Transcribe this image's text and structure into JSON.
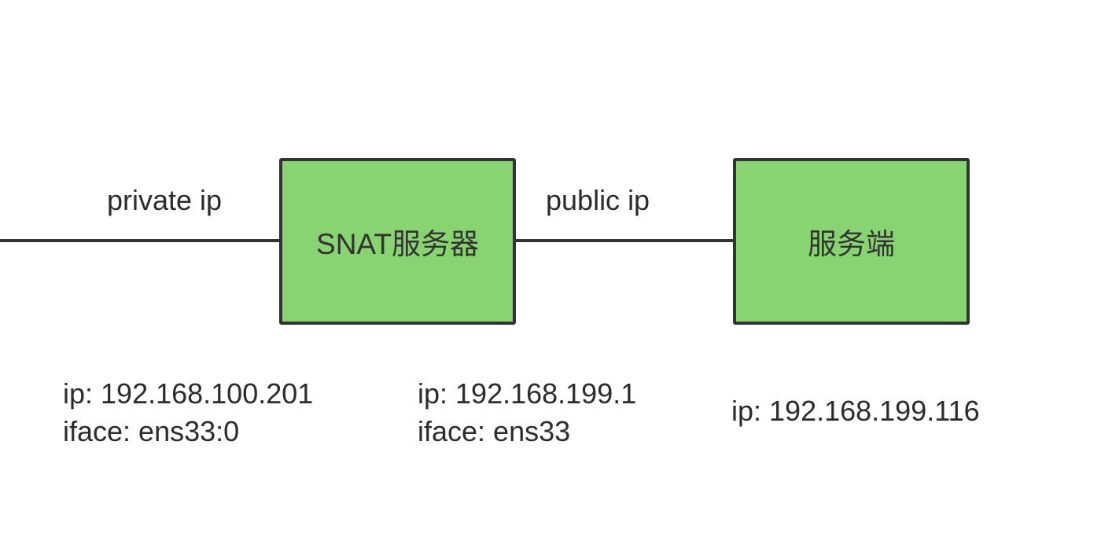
{
  "links": {
    "private_label": "private ip",
    "public_label": "public ip"
  },
  "nodes": {
    "snat": {
      "label": "SNAT服务器",
      "ip": "ip: 192.168.199.1",
      "iface": "iface: ens33"
    },
    "server": {
      "label": "服务端",
      "ip": "ip: 192.168.199.116"
    }
  },
  "client": {
    "ip": "ip: 192.168.100.201",
    "iface": "iface: ens33:0"
  },
  "colors": {
    "box_fill": "#88d472",
    "stroke": "#333333",
    "text": "#2b2b2b"
  }
}
